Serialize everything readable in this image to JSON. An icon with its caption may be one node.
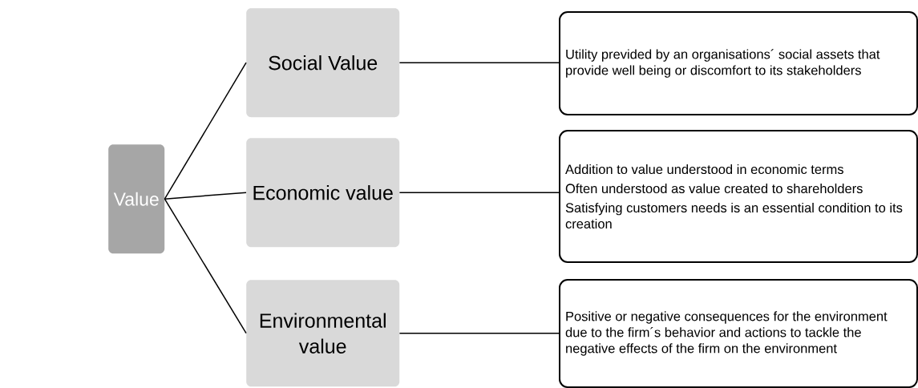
{
  "diagram": {
    "nodes": [
      {
        "text": [
          "Value"
        ]
      },
      {
        "text": [
          "Social Value"
        ]
      },
      {
        "text": [
          "Economic value"
        ]
      },
      {
        "text": [
          "Environmental value"
        ]
      },
      {
        "text": [
          "Utility previded by an organisations´ social assets that provide well being or discomfort to its stakeholders"
        ]
      },
      {
        "text": [
          "Addition to value understood in economic terms",
          "Often understood as value created to shareholders",
          "Satisfying customers needs is an essential condition to its creation"
        ]
      },
      {
        "text": [
          "Positive or negative consequences for the environment due to the firm´s behavior and actions to tackle the negative effects of the firm on the environment"
        ]
      }
    ],
    "edges": [
      {
        "from": 0,
        "to": 1,
        "arrow": "none"
      },
      {
        "from": 0,
        "to": 2,
        "arrow": "none"
      },
      {
        "from": 0,
        "to": 3,
        "arrow": "none"
      },
      {
        "from": 1,
        "to": 4,
        "arrow": "none"
      },
      {
        "from": 2,
        "to": 5,
        "arrow": "none"
      },
      {
        "from": 3,
        "to": 6,
        "arrow": "none"
      }
    ]
  }
}
